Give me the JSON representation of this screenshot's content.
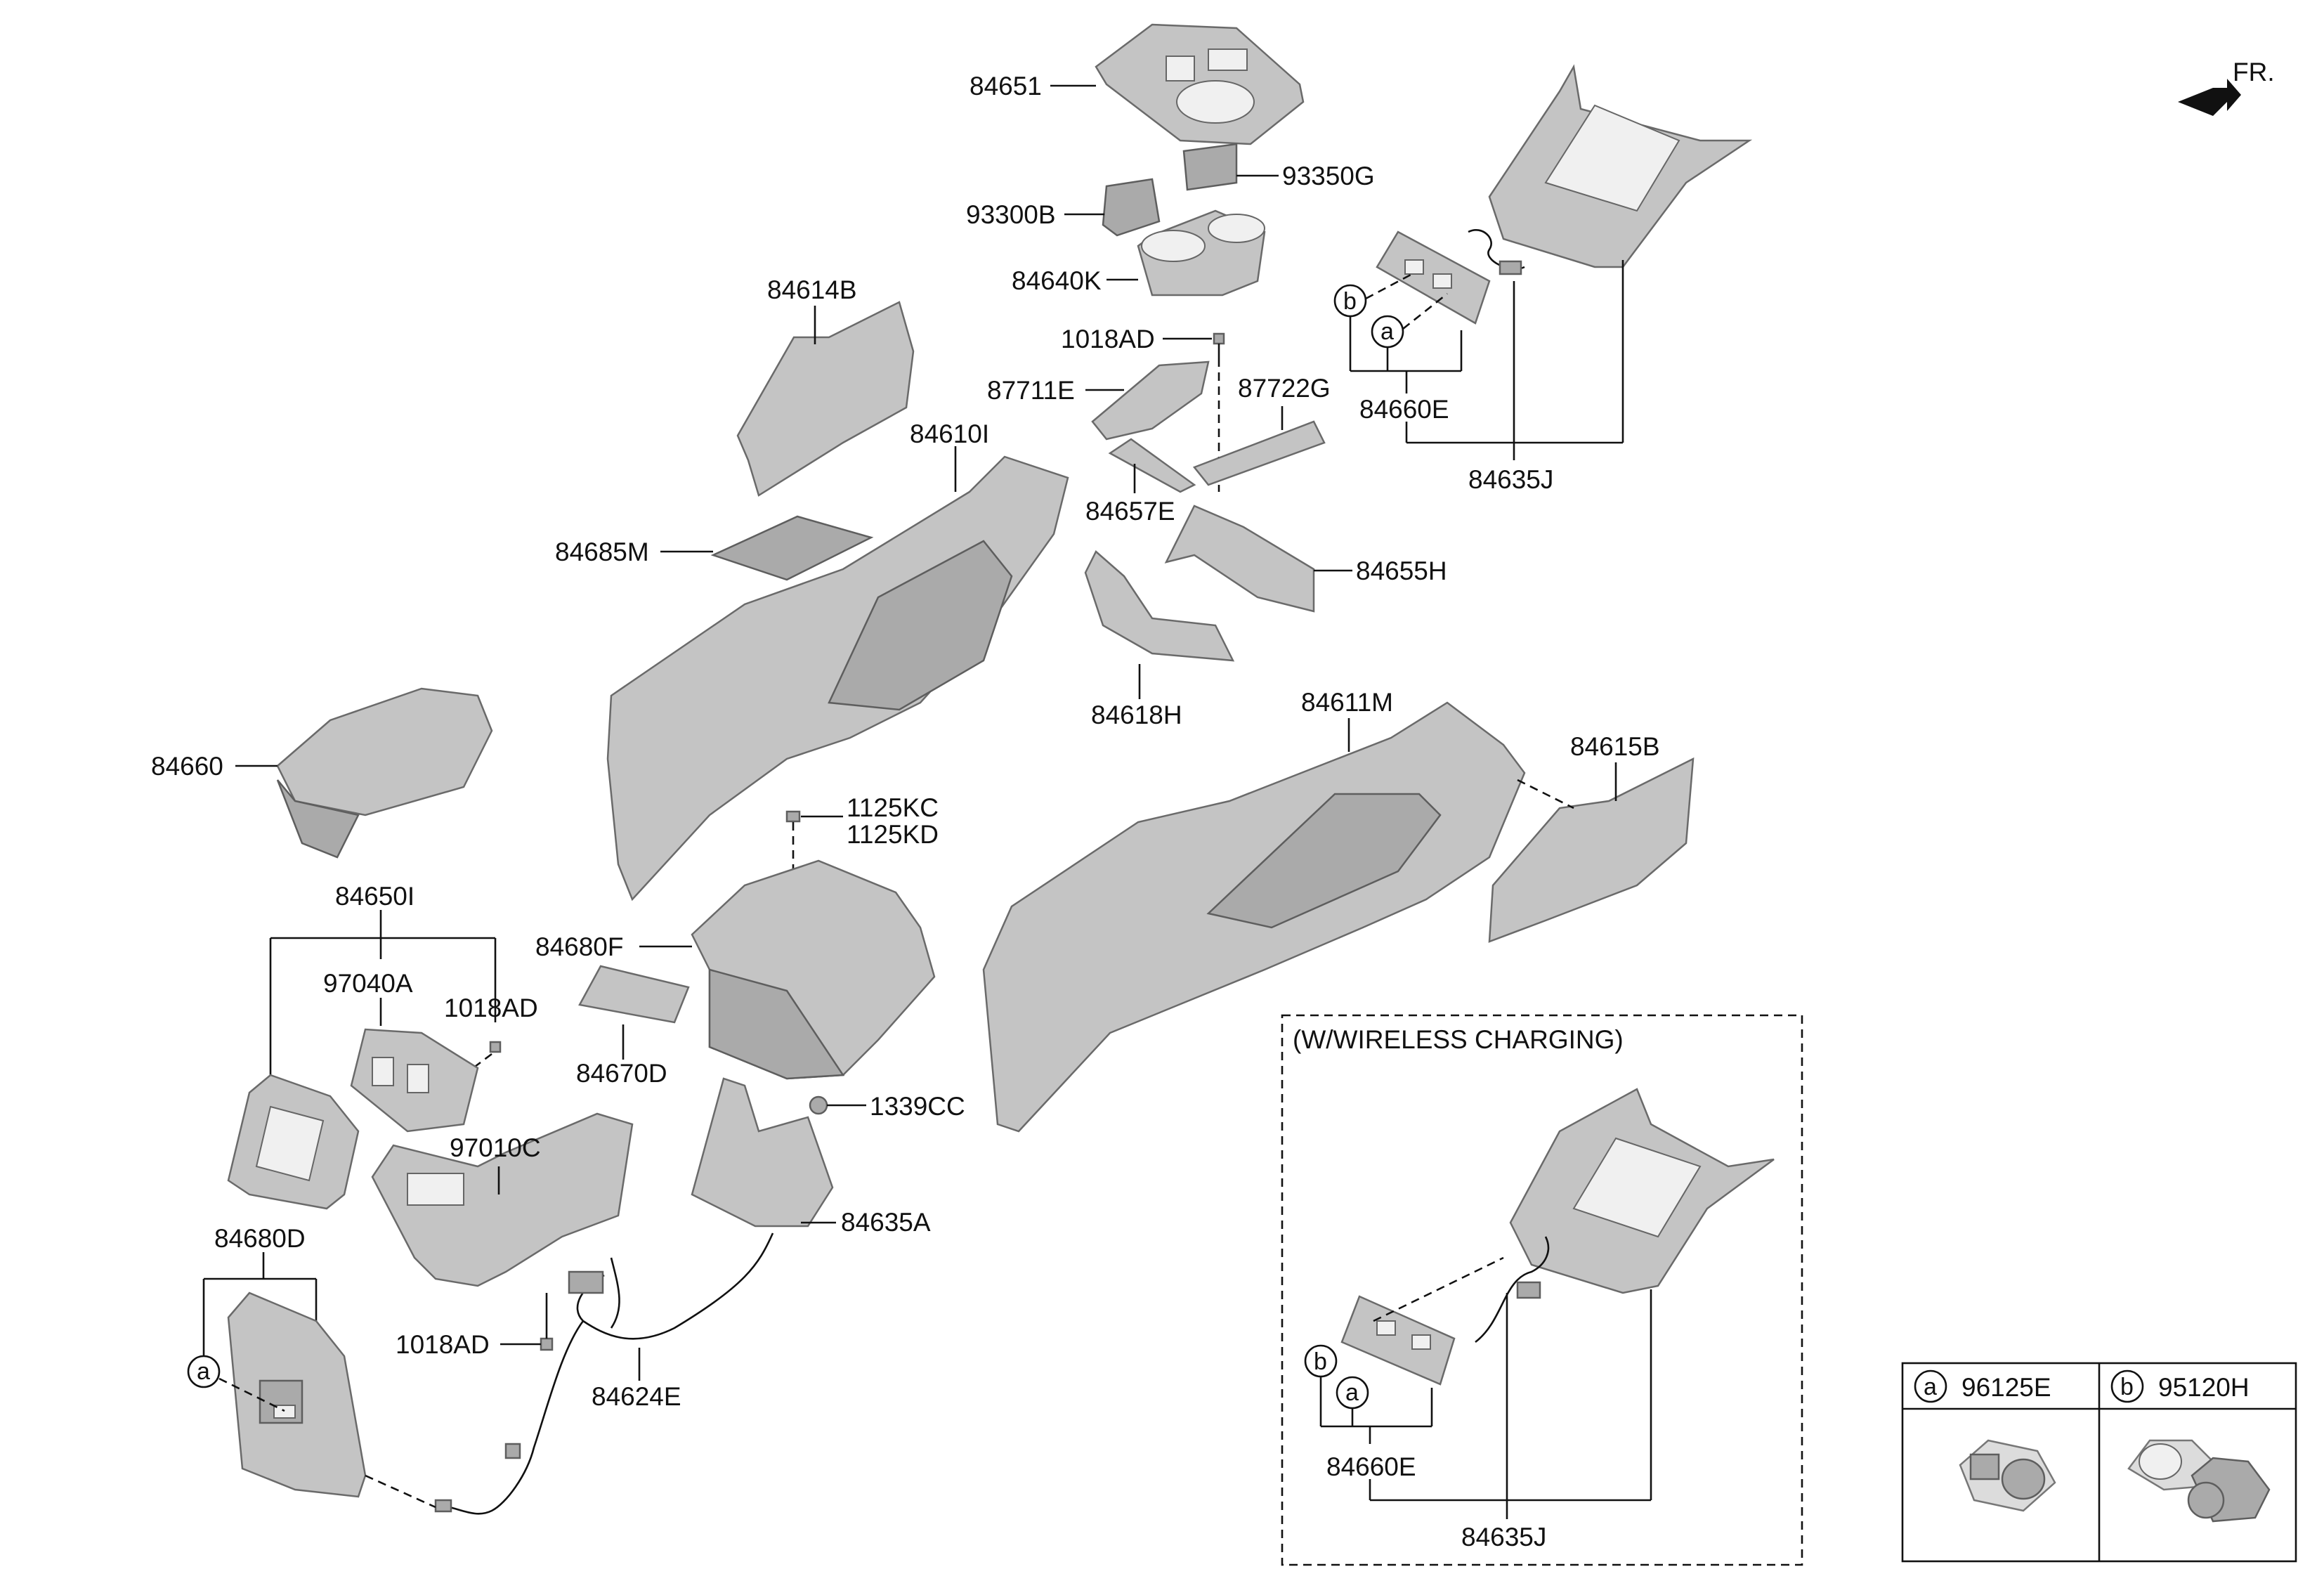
{
  "direction_label": "FR.",
  "wireless_box_title": "(W/WIRELESS CHARGING)",
  "parts": {
    "p84651": "84651",
    "p93350G": "93350G",
    "p93300B": "93300B",
    "p84640K": "84640K",
    "p84614B": "84614B",
    "p1018AD_top": "1018AD",
    "p87711E": "87711E",
    "p87722G": "87722G",
    "p84660E_top": "84660E",
    "p84635J_top": "84635J",
    "p84610I": "84610I",
    "p84657E": "84657E",
    "p84685M": "84685M",
    "p84655H": "84655H",
    "p84618H": "84618H",
    "p84611M": "84611M",
    "p84615B": "84615B",
    "p84660": "84660",
    "p1125KC": "1125KC",
    "p1125KD": "1125KD",
    "p84650I": "84650I",
    "p97040A": "97040A",
    "p1018AD_mid": "1018AD",
    "p84680F": "84680F",
    "p84670D": "84670D",
    "p1339CC": "1339CC",
    "p97010C": "97010C",
    "p84680D": "84680D",
    "p84635A": "84635A",
    "p1018AD_bot": "1018AD",
    "p84624E": "84624E",
    "p84660E_box": "84660E",
    "p84635J_box": "84635J"
  },
  "callouts": {
    "a": "a",
    "b": "b"
  },
  "legend": {
    "a_letter": "a",
    "a_part": "96125E",
    "b_letter": "b",
    "b_part": "95120H"
  }
}
